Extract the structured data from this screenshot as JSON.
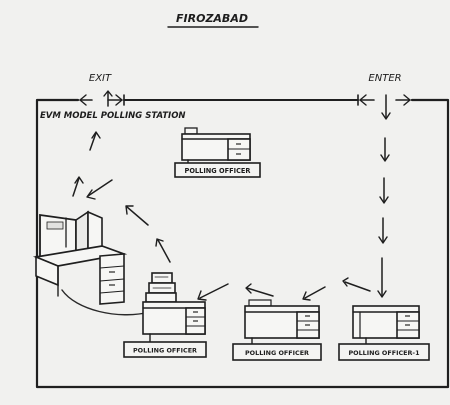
{
  "title": "FIROZABAD",
  "exit_label": "EXIT",
  "enter_label": "ENTER",
  "station_label": "EVM MODEL POLLING STATION",
  "desks": {
    "top": "POLLING OFFICER",
    "bottom_left": "POLLING OFFICER",
    "bottom_middle": "POLLING OFFICER",
    "bottom_right": "POLLING OFFICER-1"
  }
}
